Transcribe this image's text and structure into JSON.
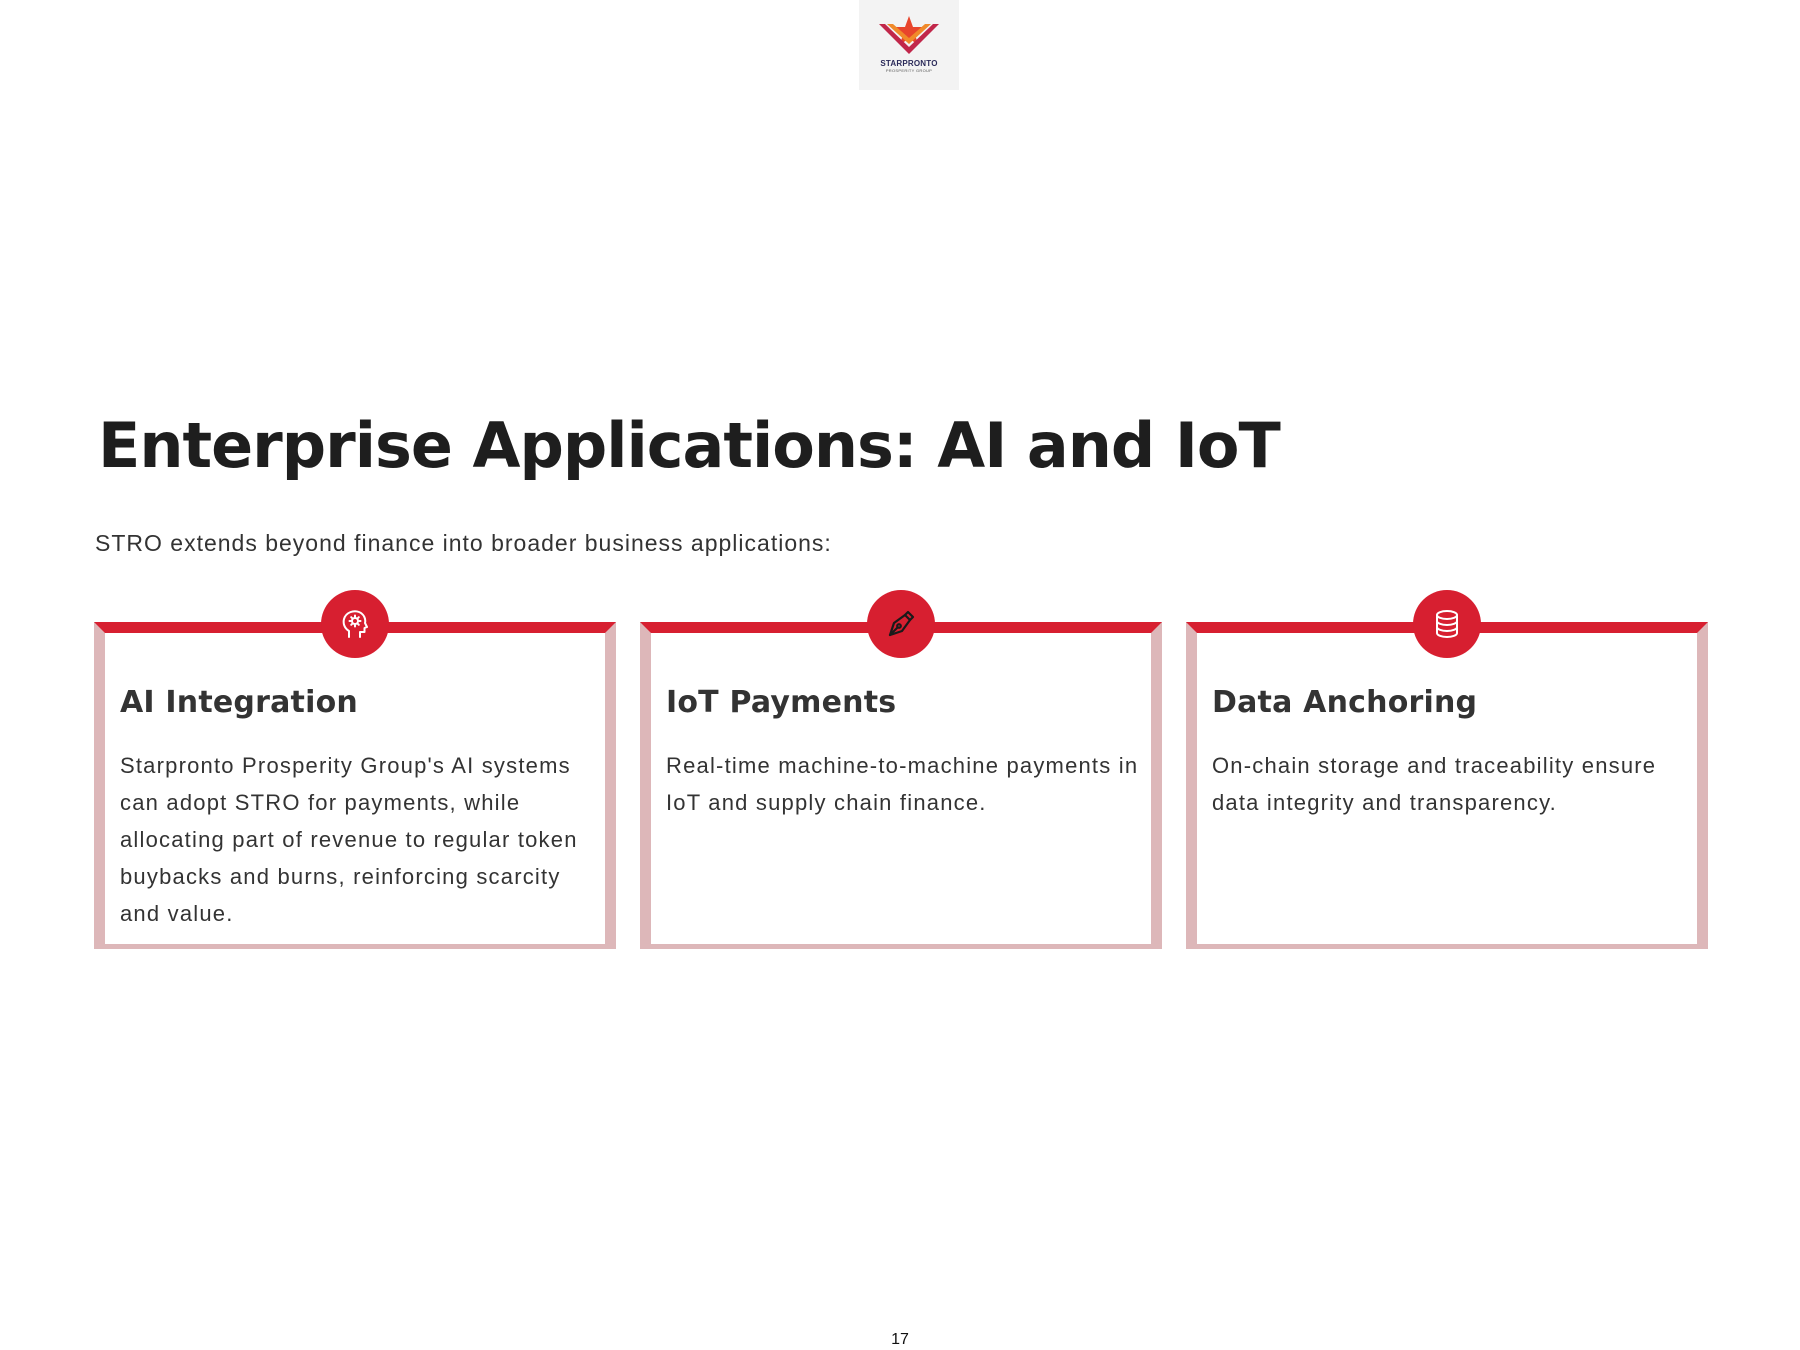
{
  "logo": {
    "name": "STARPRONTO",
    "subtitle": "PROSPERITY GROUP"
  },
  "title": "Enterprise Applications: AI and IoT",
  "intro": "STRO extends beyond finance into broader business applications:",
  "cards": [
    {
      "icon": "ai-head-icon",
      "title": "AI Integration",
      "body": "Starpronto Prosperity Group's AI systems can adopt STRO for payments, while allocating part of revenue to regular token buybacks and burns, reinforcing scarcity and value."
    },
    {
      "icon": "pen-nib-icon",
      "title": "IoT Payments",
      "body": "Real-time machine-to-machine payments in IoT and supply chain finance."
    },
    {
      "icon": "database-icon",
      "title": "Data Anchoring",
      "body": "On-chain storage and traceability ensure data integrity and transparency."
    }
  ],
  "page_number": "17",
  "colors": {
    "accent": "#d71f30",
    "card_border": "#ddb7b9",
    "title_text": "#1e1e1e"
  }
}
